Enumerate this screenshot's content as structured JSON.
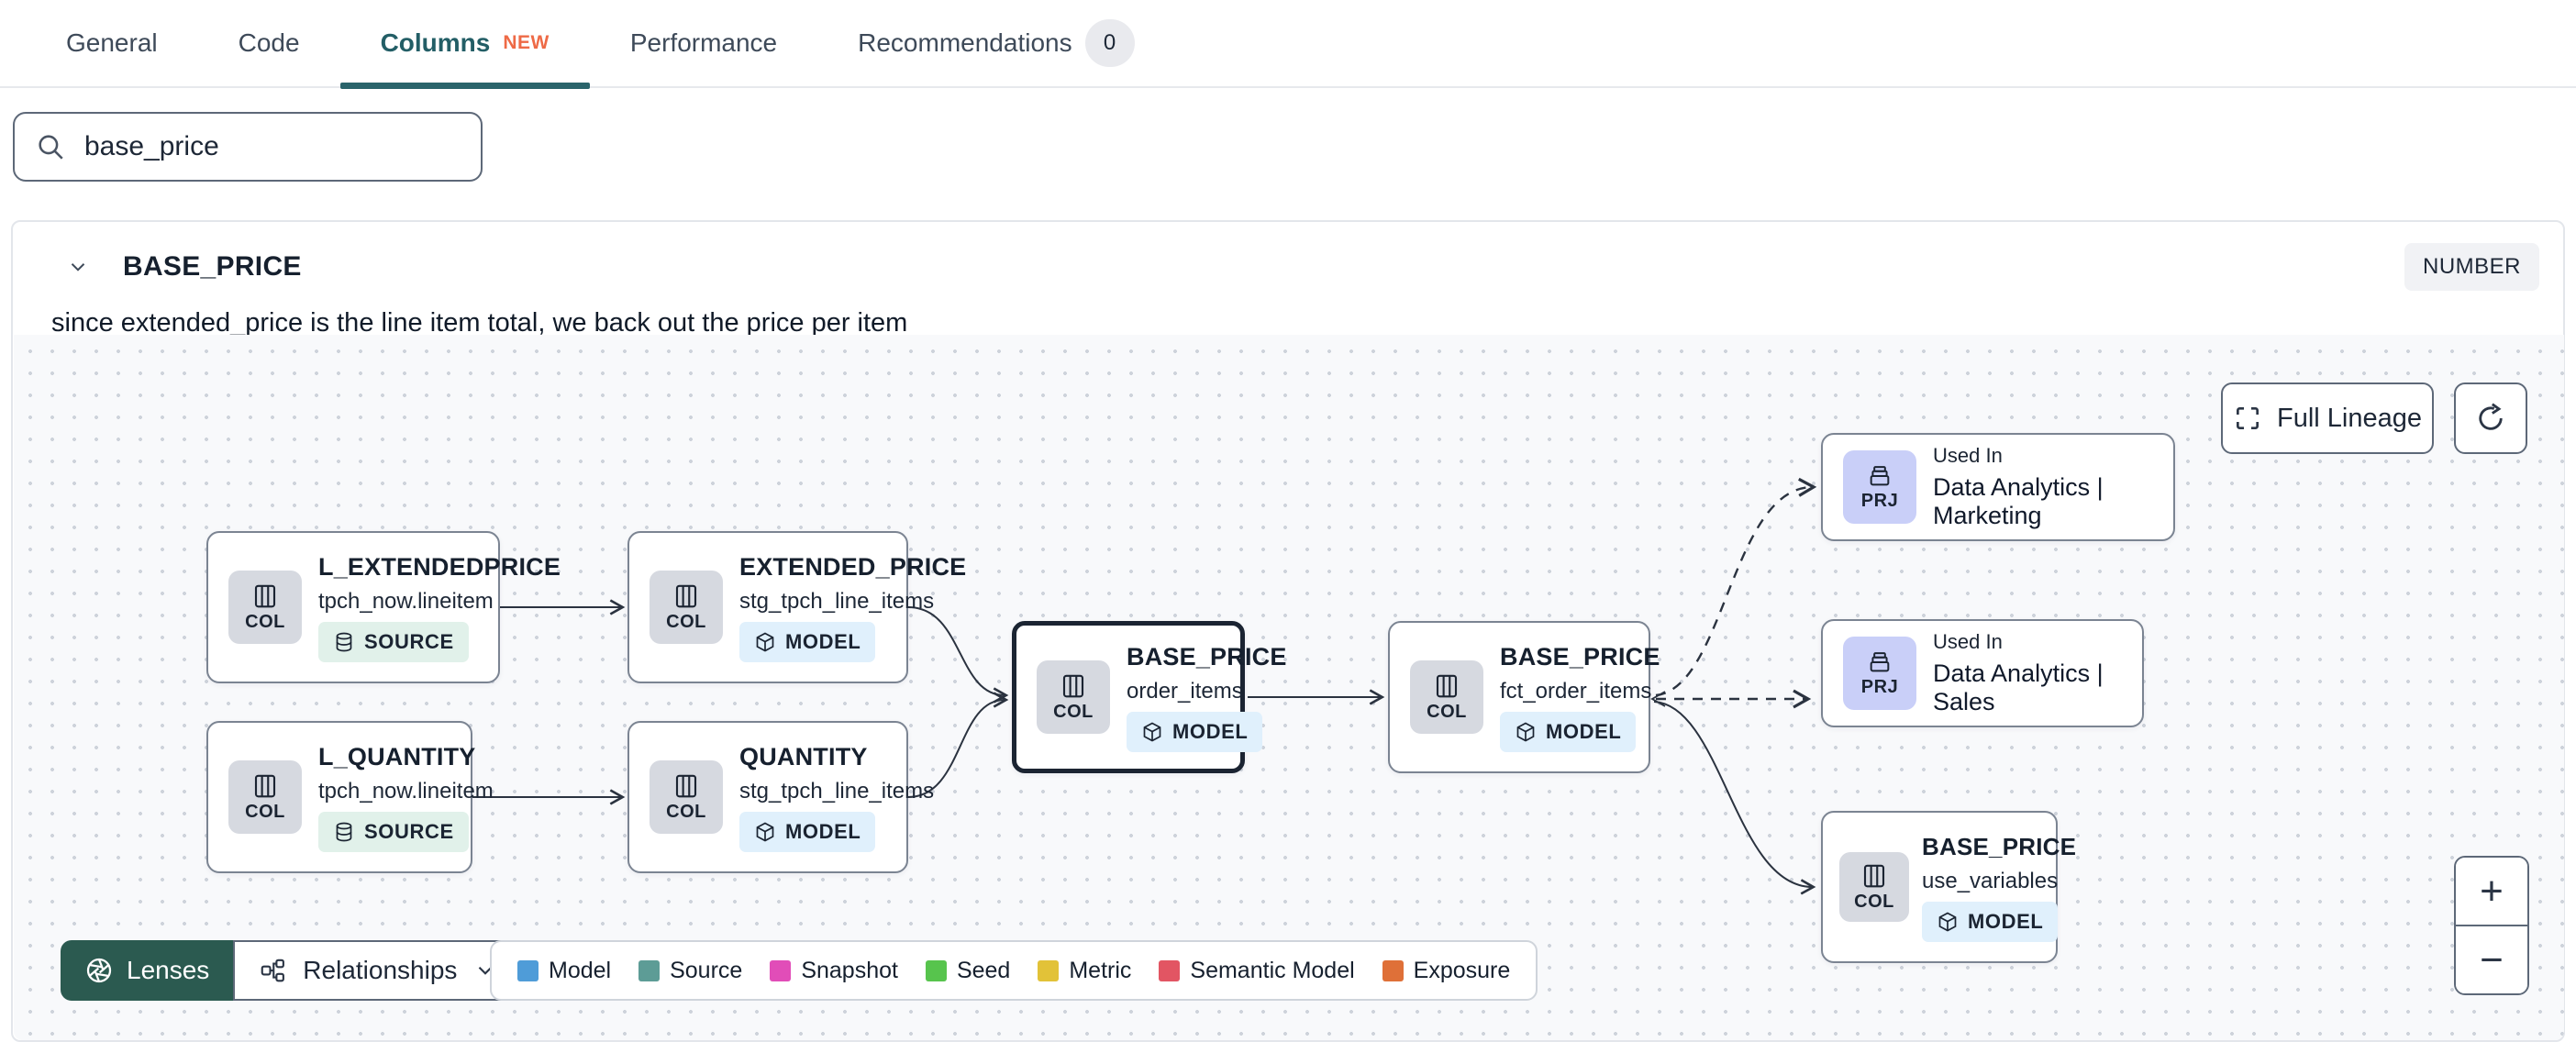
{
  "tabs": {
    "general": "General",
    "code": "Code",
    "columns": "Columns",
    "columns_badge": "NEW",
    "performance": "Performance",
    "recommendations": "Recommendations",
    "recommendations_count": "0"
  },
  "search": {
    "value": "base_price"
  },
  "column_panel": {
    "title": "BASE_PRICE",
    "type_badge": "NUMBER",
    "description": "since extended_price is the line item total, we back out the price per item"
  },
  "lineage": {
    "controls": {
      "full_lineage": "Full Lineage",
      "zoom_in": "+",
      "zoom_out": "−"
    },
    "nodes": {
      "l_extendedprice": {
        "chip": "COL",
        "title": "L_EXTENDEDPRICE",
        "subtitle": "tpch_now.lineitem",
        "badge": "SOURCE"
      },
      "extended_price": {
        "chip": "COL",
        "title": "EXTENDED_PRICE",
        "subtitle": "stg_tpch_line_items",
        "badge": "MODEL"
      },
      "l_quantity": {
        "chip": "COL",
        "title": "L_QUANTITY",
        "subtitle": "tpch_now.lineitem",
        "badge": "SOURCE"
      },
      "quantity": {
        "chip": "COL",
        "title": "QUANTITY",
        "subtitle": "stg_tpch_line_items",
        "badge": "MODEL"
      },
      "base_price_order_items": {
        "chip": "COL",
        "title": "BASE_PRICE",
        "subtitle": "order_items",
        "badge": "MODEL"
      },
      "base_price_fct_order_items": {
        "chip": "COL",
        "title": "BASE_PRICE",
        "subtitle": "fct_order_items",
        "badge": "MODEL"
      },
      "used_in_marketing": {
        "chip": "PRJ",
        "label": "Used In",
        "name": "Data Analytics | Marketing"
      },
      "used_in_sales": {
        "chip": "PRJ",
        "label": "Used In",
        "name": "Data Analytics | Sales"
      },
      "base_price_use_variables": {
        "chip": "COL",
        "title": "BASE_PRICE",
        "subtitle": "use_variables",
        "badge": "MODEL"
      }
    },
    "toolbar": {
      "lenses": "Lenses",
      "relationships": "Relationships"
    },
    "legend": {
      "items": [
        {
          "label": "Model",
          "color": "#4f9cd8"
        },
        {
          "label": "Source",
          "color": "#5d9c96"
        },
        {
          "label": "Snapshot",
          "color": "#e14db8"
        },
        {
          "label": "Seed",
          "color": "#57c44d"
        },
        {
          "label": "Metric",
          "color": "#e2c238"
        },
        {
          "label": "Semantic Model",
          "color": "#e25563"
        },
        {
          "label": "Exposure",
          "color": "#df7038"
        }
      ]
    },
    "edge_color": "#2b3340"
  }
}
